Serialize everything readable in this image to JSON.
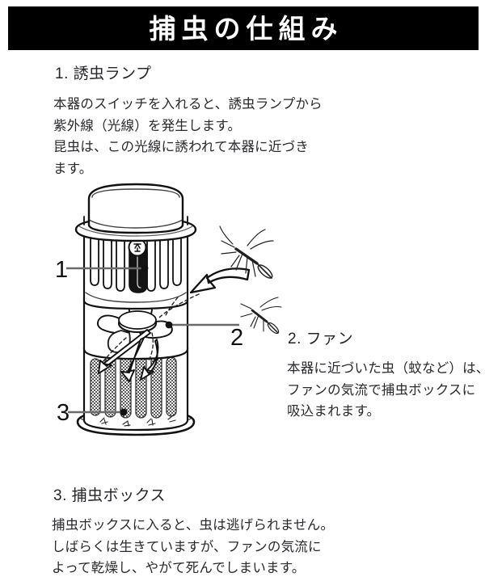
{
  "header": {
    "title": "捕虫の仕組み"
  },
  "sections": [
    {
      "number": "1",
      "heading": "1. 誘虫ランプ",
      "lines": [
        "本器のスイッチを入れると、誘虫ランプから",
        "紫外線（光線）を発生します。",
        "昆虫は、この光線に誘われて本器に近づき",
        "ます。"
      ]
    },
    {
      "number": "2",
      "heading": "2. ファン",
      "lines": [
        "本器に近づいた虫（蚊など）は、",
        "ファンの気流で捕虫ボックスに",
        "吸込まれます。"
      ]
    },
    {
      "number": "3",
      "heading": "3. 捕虫ボックス",
      "lines": [
        "捕虫ボックスに入ると、虫は逃げられません。",
        "しばらくは生きていますが、ファンの気流に",
        "よって乾燥し、やがて死んでしまいます。"
      ]
    }
  ],
  "callouts": {
    "one": "1",
    "two": "2",
    "three": "3"
  },
  "illustration": {
    "device_name": "insect-trap-cutaway",
    "parts": [
      "top-cap",
      "flange-rim",
      "upper-grille",
      "uv-lamp",
      "fan",
      "catch-box",
      "base"
    ],
    "insects": "mosquitoes",
    "airflow_arrow": "intake-arrow"
  },
  "colors": {
    "header_background": "#000000",
    "header_text": "#ffffff",
    "body_text": "#2a2a2e",
    "line_art": "#111111",
    "leader_line": "#6a6a6a",
    "lamp_fill": "#141414",
    "page_background": "#ffffff"
  }
}
